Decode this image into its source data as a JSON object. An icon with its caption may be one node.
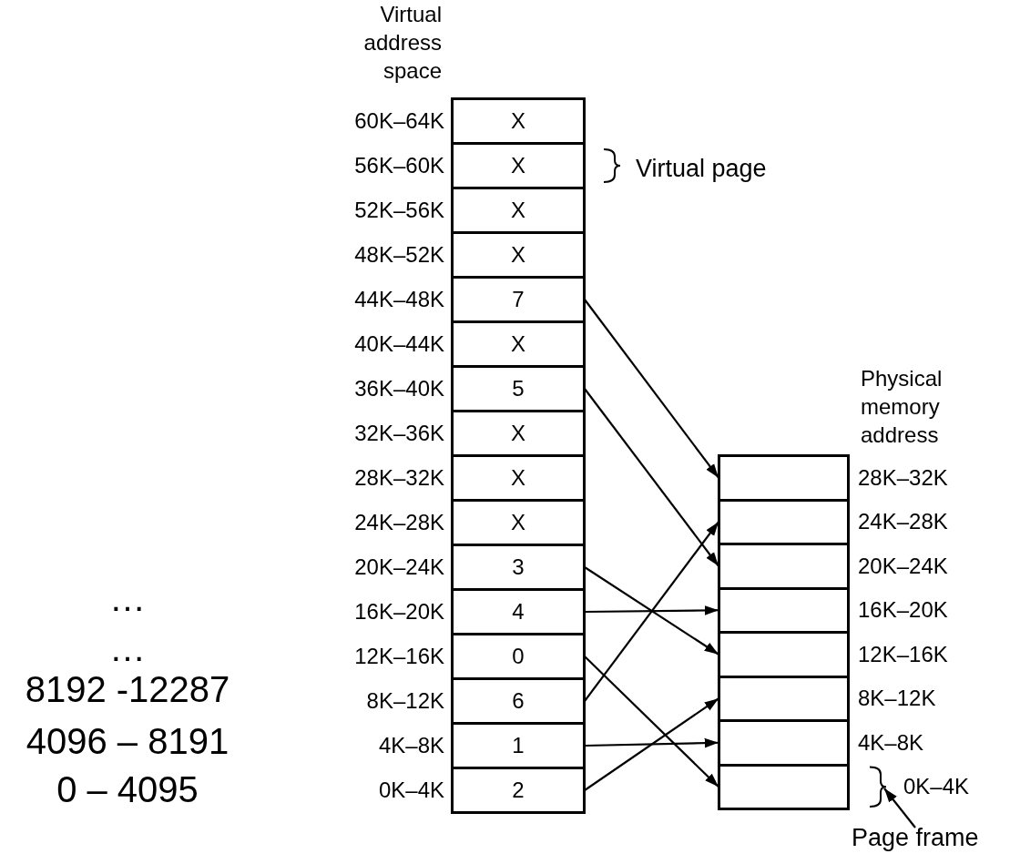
{
  "diagram": {
    "nodes": [
      {
        "text": [
          "X"
        ],
        "beside": [
          "60K–64K"
        ]
      },
      {
        "text": [
          "X"
        ],
        "beside": [
          "56K–60K"
        ]
      },
      {
        "text": [
          "X"
        ],
        "beside": [
          "52K–56K"
        ]
      },
      {
        "text": [
          "X"
        ],
        "beside": [
          "48K–52K"
        ]
      },
      {
        "text": [
          "7"
        ],
        "beside": [
          "44K–48K"
        ]
      },
      {
        "text": [
          "X"
        ],
        "beside": [
          "40K–44K"
        ]
      },
      {
        "text": [
          "5"
        ],
        "beside": [
          "36K–40K"
        ]
      },
      {
        "text": [
          "X"
        ],
        "beside": [
          "32K–36K"
        ]
      },
      {
        "text": [
          "X"
        ],
        "beside": [
          "28K–32K"
        ]
      },
      {
        "text": [
          "X"
        ],
        "beside": [
          "24K–28K"
        ]
      },
      {
        "text": [
          "3"
        ],
        "beside": [
          "20K–24K"
        ]
      },
      {
        "text": [
          "4"
        ],
        "beside": [
          "16K–20K"
        ]
      },
      {
        "text": [
          "0"
        ],
        "beside": [
          "12K–16K"
        ]
      },
      {
        "text": [
          "6"
        ],
        "beside": [
          "8K–12K"
        ]
      },
      {
        "text": [
          "1"
        ],
        "beside": [
          "4K–8K"
        ]
      },
      {
        "text": [
          "2"
        ],
        "beside": [
          "0K–4K"
        ]
      },
      {
        "text": [],
        "shape": "box",
        "beside": [
          "28K–32K"
        ]
      },
      {
        "text": [],
        "shape": "box",
        "beside": [
          "24K–28K"
        ]
      },
      {
        "text": [],
        "shape": "box",
        "beside": [
          "20K–24K"
        ]
      },
      {
        "text": [],
        "shape": "box",
        "beside": [
          "16K–20K"
        ]
      },
      {
        "text": [],
        "shape": "box",
        "beside": [
          "12K–16K"
        ]
      },
      {
        "text": [],
        "shape": "box",
        "beside": [
          "8K–12K"
        ]
      },
      {
        "text": [],
        "shape": "box",
        "beside": [
          "4K–8K"
        ]
      },
      {
        "text": [],
        "shape": "box",
        "beside": [
          "0K–4K"
        ]
      },
      {
        "text": [
          "Page frame"
        ]
      }
    ],
    "edges": [
      {
        "from": 4,
        "to": 16,
        "arrow": "to"
      },
      {
        "from": 6,
        "to": 18,
        "arrow": "to"
      },
      {
        "from": 10,
        "to": 20,
        "arrow": "to"
      },
      {
        "from": 11,
        "to": 19,
        "arrow": "to"
      },
      {
        "from": 12,
        "to": 23,
        "arrow": "to"
      },
      {
        "from": 13,
        "to": 17,
        "arrow": "to"
      },
      {
        "from": 14,
        "to": 22,
        "arrow": "to"
      },
      {
        "from": 15,
        "to": 21,
        "arrow": "to"
      },
      {
        "from": 24,
        "to": 23,
        "arrow": "to"
      }
    ],
    "labels": [
      "Virtual address space",
      "Virtual page",
      "Physical memory address",
      "…",
      "…",
      "8192 -12287",
      "4096 – 8191",
      "0 – 4095"
    ]
  }
}
